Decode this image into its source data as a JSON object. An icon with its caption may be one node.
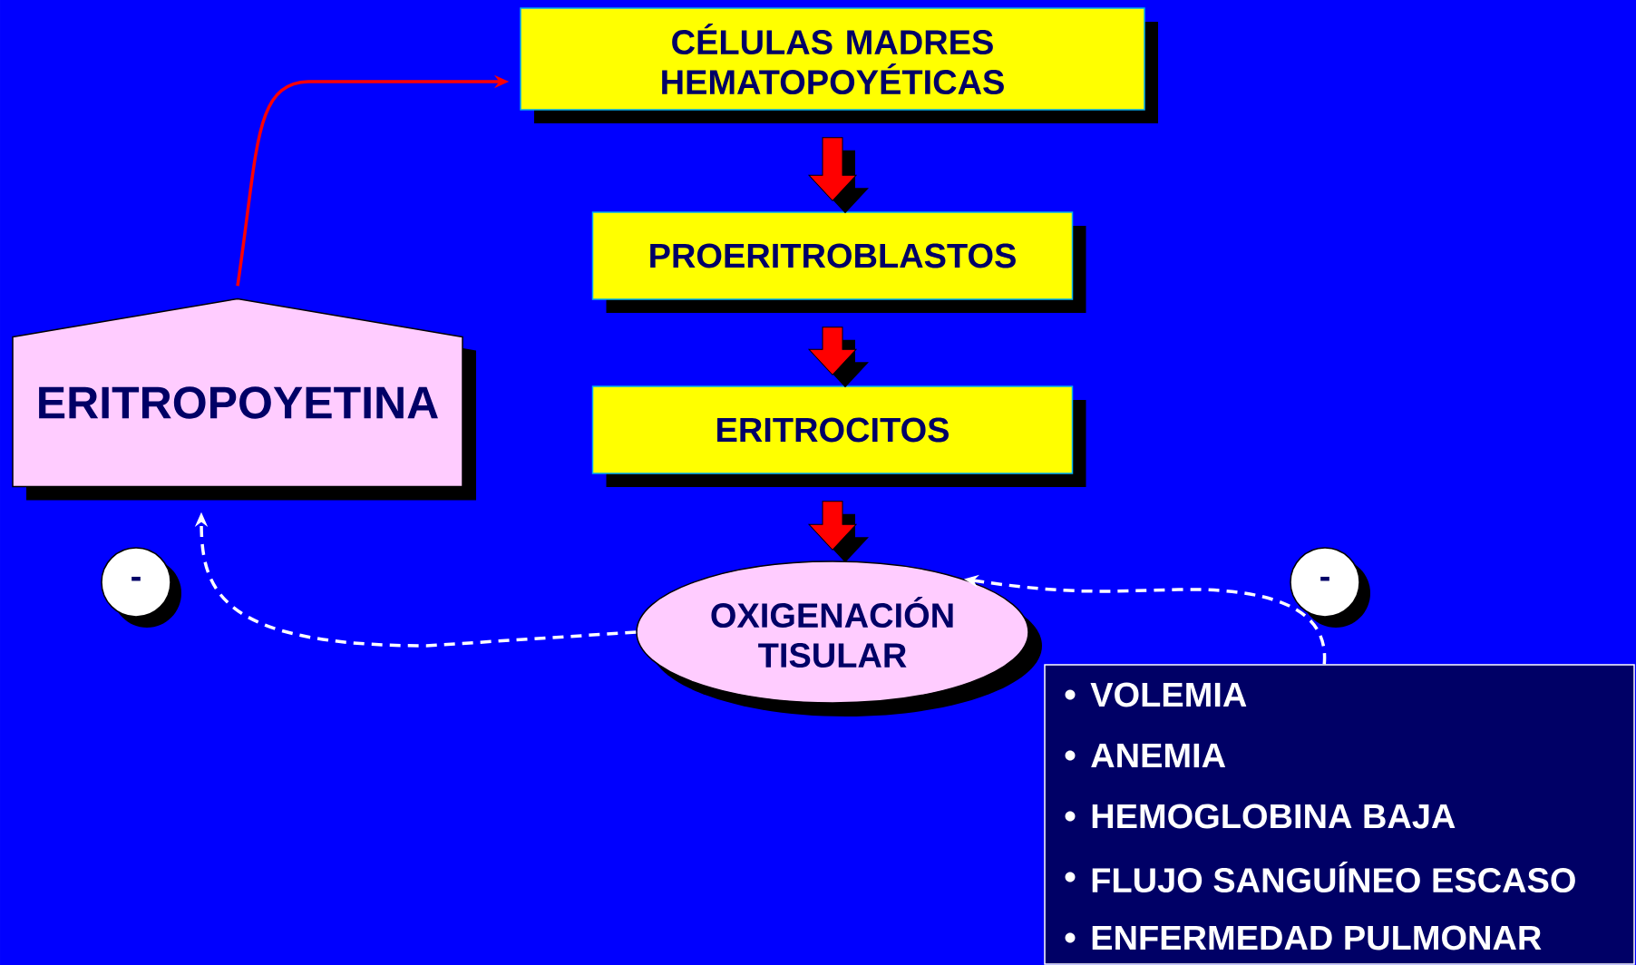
{
  "diagram": {
    "nodes": [
      {
        "text": [
          "CÉLULAS MADRES HEMATOPOYÉTICAS"
        ]
      },
      {
        "text": [
          "PROERITROBLASTOS"
        ]
      },
      {
        "text": [
          "ERITROCITOS"
        ]
      },
      {
        "text": [
          "OXIGENACIÓN TISULAR"
        ]
      },
      {
        "text": [
          "ERITROPOYETINA"
        ]
      },
      {
        "text": [
          "-"
        ]
      },
      {
        "text": [
          "-"
        ]
      },
      {
        "text": [
          "VOLEMIA",
          "ANEMIA",
          "HEMOGLOBINA BAJA",
          "FLUJO SANGUÍNEO ESCASO",
          "ENFERMEDAD PULMONAR"
        ]
      }
    ],
    "edges": [
      {
        "from": 0,
        "to": 1,
        "arrow": "to",
        "style": "thick"
      },
      {
        "from": 1,
        "to": 2,
        "arrow": "to",
        "style": "thick"
      },
      {
        "from": 2,
        "to": 3,
        "arrow": "to",
        "style": "thick"
      },
      {
        "from": 4,
        "to": 0,
        "arrow": "to",
        "color": "#ff0000"
      },
      {
        "from": 3,
        "to": 4,
        "arrow": "to",
        "style": "dashed",
        "color": "#ffffff"
      },
      {
        "from": 7,
        "to": 3,
        "arrow": "to",
        "style": "dashed",
        "color": "#ffffff"
      }
    ]
  }
}
